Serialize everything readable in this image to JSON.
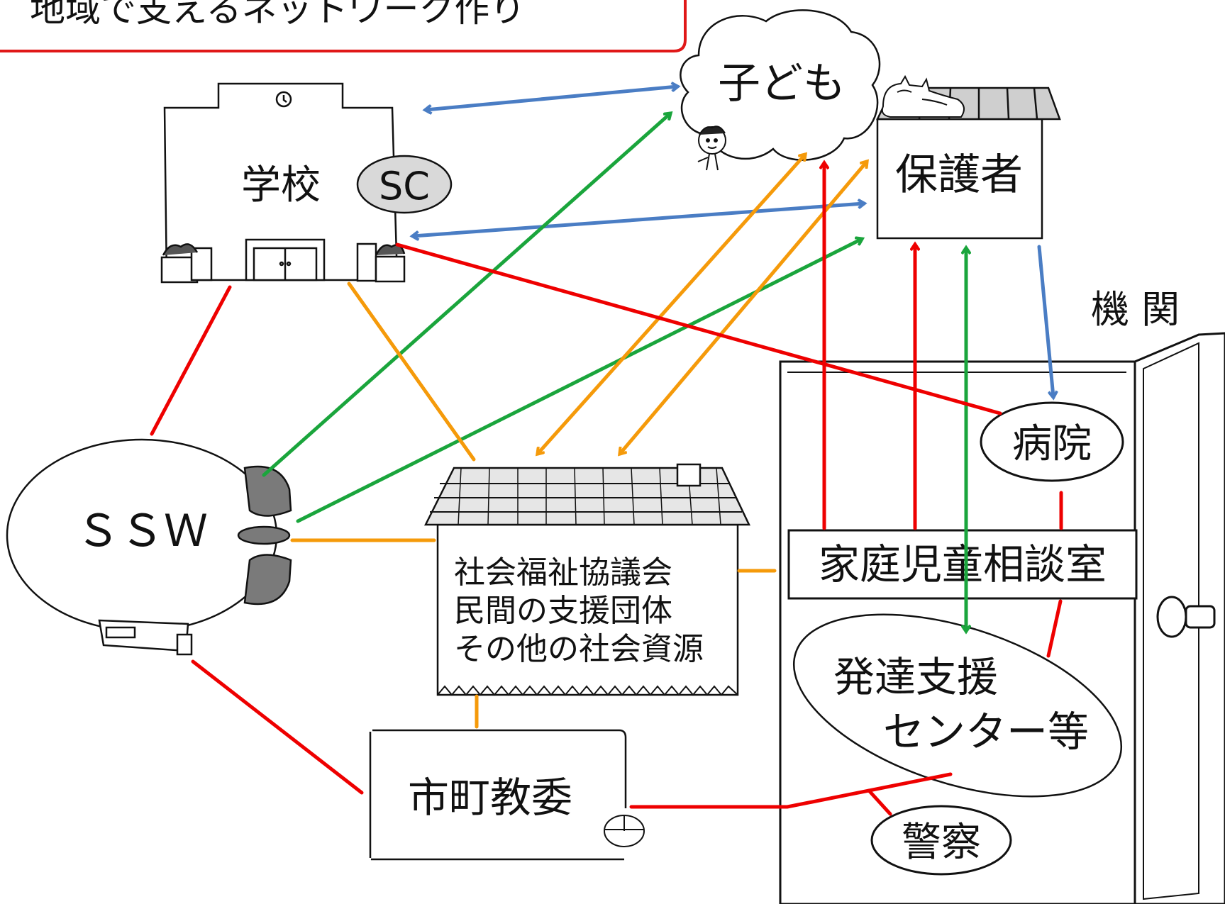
{
  "title": "地域で支えるネットワーク作り",
  "nodes": {
    "child": "子ども",
    "school": "学校",
    "sc": "SC",
    "guardian": "保護者",
    "kikan": "機 関",
    "hospital": "病院",
    "ssw": "ＳＳＷ",
    "welfare_line1": "社会福祉協議会",
    "welfare_line2": "民間の支援団体",
    "welfare_line3": "その他の社会資源",
    "family_room": "家庭児童相談室",
    "dev_line1": "発達支援",
    "dev_line2": "センター等",
    "board": "市町教委",
    "police": "警察"
  },
  "colors": {
    "red": "#ee0000",
    "blue": "#4a7dc4",
    "green": "#1aa53c",
    "orange": "#f59a0a",
    "title_border": "#e01818",
    "sc_fill": "#d9d9d9"
  }
}
